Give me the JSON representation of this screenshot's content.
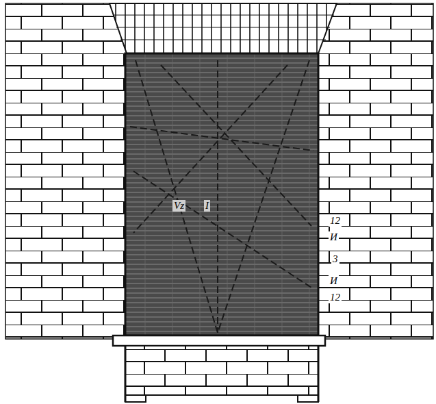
{
  "diagram": {
    "labels": [
      "Vz",
      "I",
      "12",
      "И",
      "3",
      "И",
      "12"
    ]
  }
}
